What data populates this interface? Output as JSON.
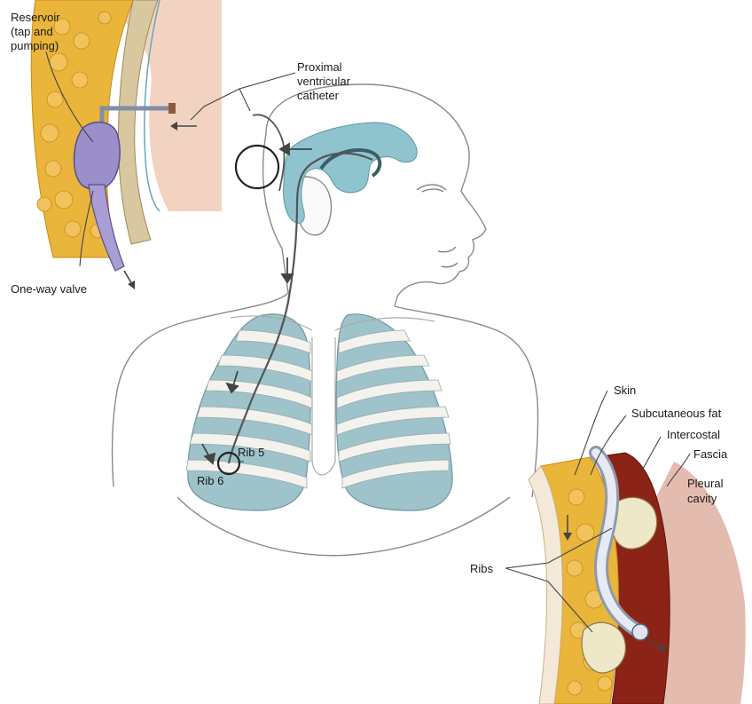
{
  "labels": {
    "reservoir_line1": "Reservoir",
    "reservoir_line2": "(tap and",
    "reservoir_line3": "pumping)",
    "proximal_line1": "Proximal",
    "proximal_line2": "ventricular",
    "proximal_line3": "catheter",
    "one_way_valve": "One-way valve",
    "rib5": "Rib 5",
    "rib6": "Rib 6",
    "skin": "Skin",
    "subcutaneous_fat": "Subcutaneous fat",
    "intercostal": "Intercostal",
    "fascia": "Fascia",
    "pleural_line1": "Pleural",
    "pleural_line2": "cavity",
    "ribs": "Ribs"
  },
  "colors": {
    "fat": "#e9b53a",
    "fat_dark": "#c98a18",
    "skin": "#f2d3c2",
    "ventricle": "#8fc4cf",
    "lung": "#9ec3ca",
    "rib": "#f4f2ec",
    "reservoir": "#9b8fc9",
    "muscle": "#8b2416",
    "outline": "#7a7a7a"
  }
}
